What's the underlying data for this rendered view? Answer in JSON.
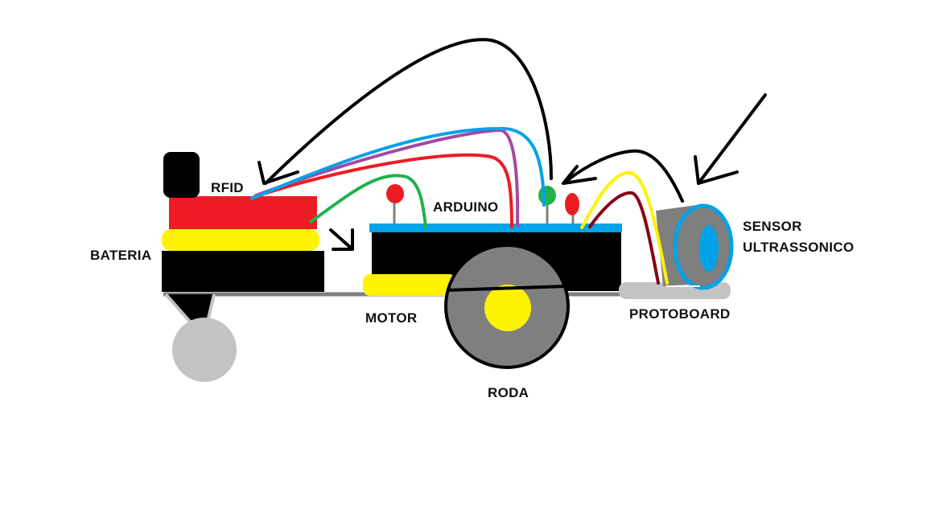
{
  "labels": {
    "rfid": "RFID",
    "bateria": "BATERIA",
    "arduino": "ARDUINO",
    "motor": "MOTOR",
    "roda": "RODA",
    "protoboard": "PROTOBOARD",
    "sensor_line1": "SENSOR",
    "sensor_line2": "ULTRASSONICO"
  },
  "colors": {
    "black": "#000000",
    "red": "#ed1c24",
    "yellow": "#fff200",
    "blue": "#00a2e8",
    "purple": "#a349a4",
    "green": "#22b14c",
    "dark_red": "#880015",
    "gray": "#7f7f7f",
    "light_gray": "#c3c3c3"
  }
}
